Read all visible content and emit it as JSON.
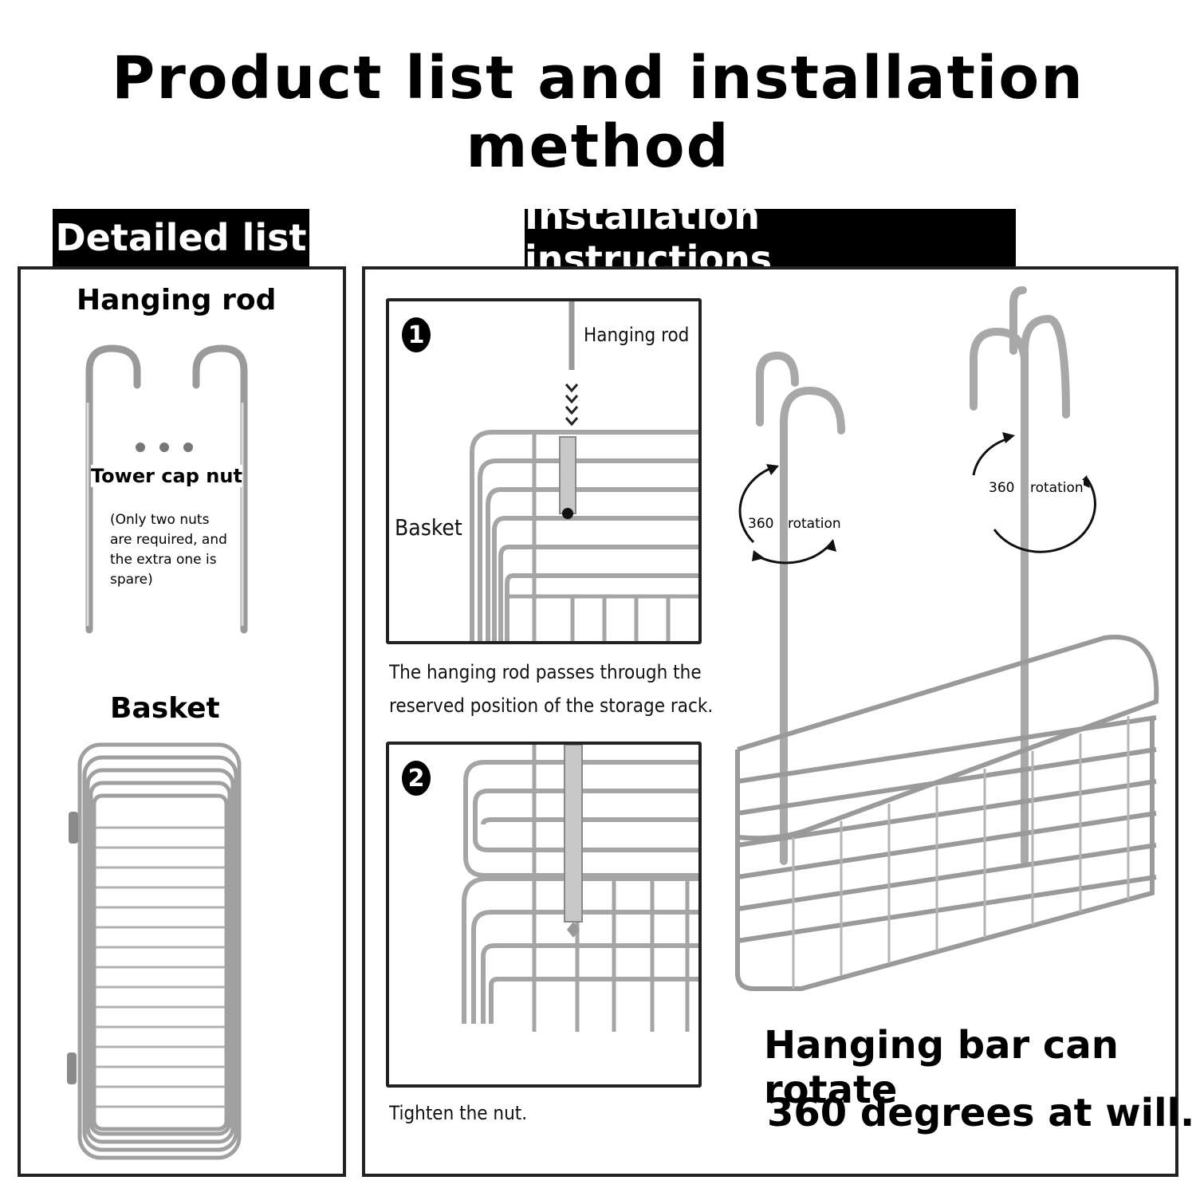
{
  "title": "Product list and installation method",
  "left_panel": {
    "tag": "Detailed list",
    "rod_heading": "Hanging rod",
    "nut_label": "Tower cap nut",
    "nut_note_lines": [
      "(Only two nuts",
      "are required, and",
      "the extra one is",
      "spare)"
    ],
    "basket_heading": "Basket"
  },
  "right_panel": {
    "tag": "Installation instructions",
    "step1": {
      "number": "1",
      "rod_label": "Hanging rod",
      "basket_label": "Basket",
      "caption_lines": [
        "The hanging rod passes through the",
        "reserved position of the storage rack."
      ]
    },
    "step2": {
      "number": "2",
      "caption": "Tighten the nut."
    },
    "rotation_labels": [
      {
        "number": "360",
        "word": "rotation"
      },
      {
        "number": "360",
        "word": "rotation"
      }
    ],
    "bottom_lines": [
      "Hanging bar can rotate",
      "360 degrees at will."
    ]
  },
  "colors": {
    "metal": "#9a9a9a",
    "metal_dark": "#6f6f6f",
    "ink": "#000000"
  }
}
